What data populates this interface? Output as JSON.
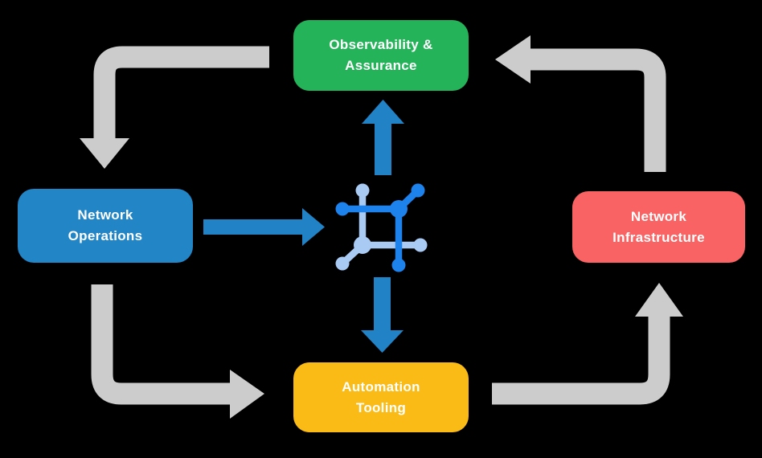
{
  "diagram": {
    "background_color": "#000000",
    "text_color": "#FFFFFF",
    "nodes": [
      {
        "id": "observability-assurance",
        "label_line1": "Observability &",
        "label_line2": "Assurance",
        "color": "#25B35A"
      },
      {
        "id": "network-operations",
        "label_line1": "Network",
        "label_line2": "Operations",
        "color": "#2185C6"
      },
      {
        "id": "network-infrastructure",
        "label_line1": "Network",
        "label_line2": "Infrastructure",
        "color": "#F96363"
      },
      {
        "id": "automation-tooling",
        "label_line1": "Automation",
        "label_line2": "Tooling",
        "color": "#FBBB17"
      }
    ],
    "center_icon": {
      "name": "network-automation-icon",
      "color_primary": "#1E82EC",
      "color_secondary": "#A9CAF2"
    },
    "cycle_arrows": {
      "color": "#CCCCCC",
      "edges": [
        {
          "from": "observability-assurance",
          "to": "network-operations"
        },
        {
          "from": "network-operations",
          "to": "automation-tooling"
        },
        {
          "from": "automation-tooling",
          "to": "network-infrastructure"
        },
        {
          "from": "network-infrastructure",
          "to": "observability-assurance"
        }
      ]
    },
    "flow_arrows": {
      "color": "#2182C5",
      "edges": [
        {
          "from": "network-operations",
          "to": "center-icon"
        },
        {
          "from": "center-icon",
          "to": "observability-assurance"
        },
        {
          "from": "center-icon",
          "to": "automation-tooling"
        }
      ]
    }
  }
}
